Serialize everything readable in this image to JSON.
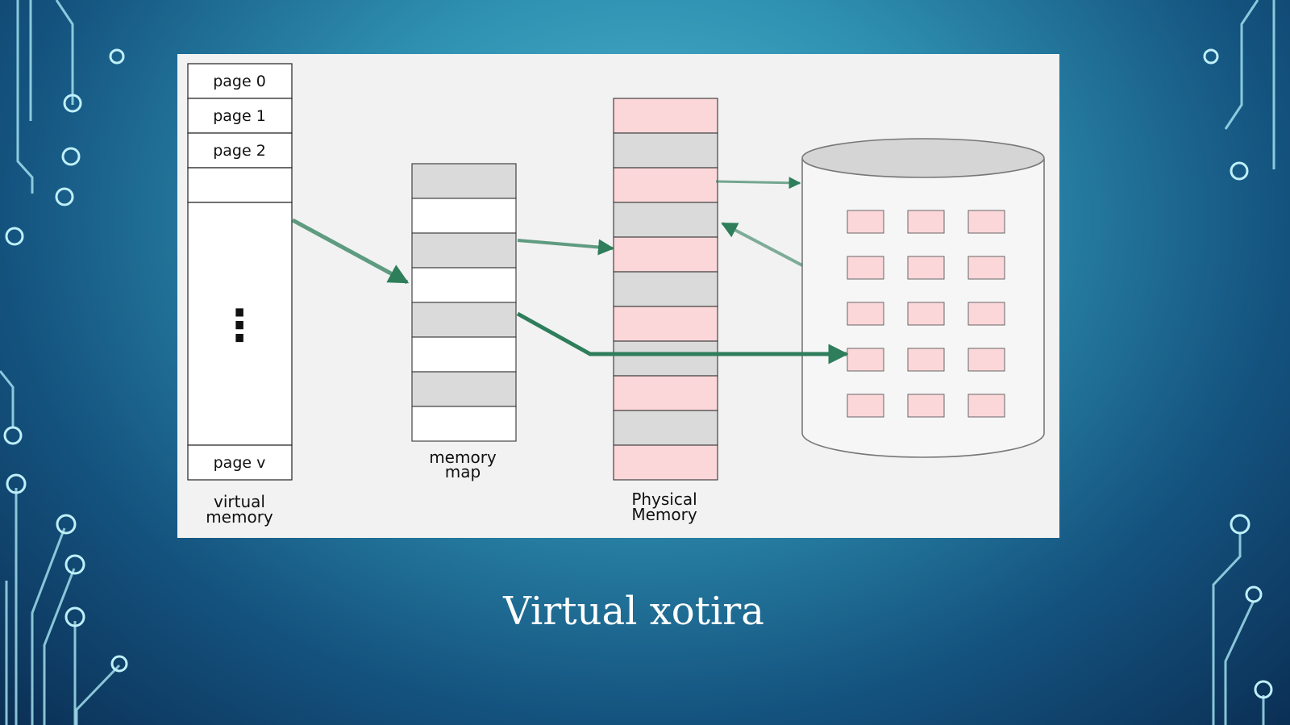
{
  "slide": {
    "title": "Virtual xotira"
  },
  "diagram": {
    "virtual_memory": {
      "pages": [
        "page 0",
        "page 1",
        "page 2",
        ""
      ],
      "ellipsis": "⋮",
      "last_page": "page v",
      "label_lines": [
        "virtual",
        "memory"
      ]
    },
    "memory_map": {
      "cells": [
        "gray",
        "white",
        "gray",
        "white",
        "gray",
        "white",
        "gray",
        "white"
      ],
      "label_lines": [
        "memory",
        "map"
      ]
    },
    "physical_memory": {
      "frames": [
        "pink",
        "gray",
        "pink",
        "gray",
        "pink",
        "gray",
        "pink",
        "gray",
        "pink",
        "gray",
        "pink"
      ],
      "label_lines": [
        "Physical",
        "Memory"
      ]
    },
    "disk": {
      "rows": 5,
      "cols": 3
    }
  },
  "colors": {
    "pink": "#fcd7da",
    "gray": "#dadada",
    "arrow_green": "#2e7d5b",
    "disk_top": "#d5d5d5",
    "panel": "#f2f2f2"
  }
}
